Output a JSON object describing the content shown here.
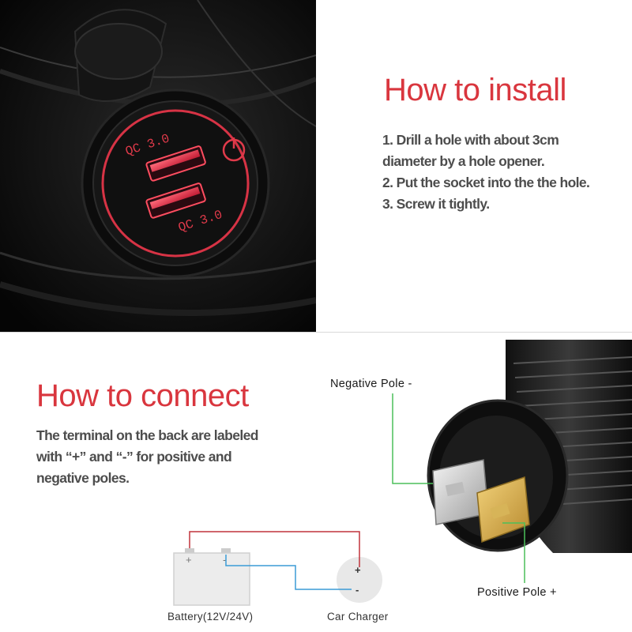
{
  "install": {
    "title": "How to install",
    "steps": [
      "1. Drill a hole with about 3cm",
      "diameter by a hole opener.",
      "2. Put the socket into the the hole.",
      "3. Screw it tightly."
    ]
  },
  "connect": {
    "title": "How to connect",
    "description": [
      "The terminal on the back are labeled",
      "with “+” and “-” for positive and",
      " negative poles."
    ]
  },
  "socket": {
    "port_label_top": "QC 3.0",
    "port_label_bottom": "QC 3.0"
  },
  "diagram": {
    "negative_pole_label": "Negative Pole -",
    "positive_pole_label": "Positive Pole +",
    "battery_label": "Battery(12V/24V)",
    "car_charger_label": "Car Charger",
    "plus_sign": "+",
    "minus_sign": "-"
  },
  "colors": {
    "heading_red": "#d9363e",
    "body_text": "#4d4d4d",
    "positive_wire": "#c0343c",
    "negative_wire": "#3b9bd6",
    "pole_leader": "#4cbf5a"
  }
}
